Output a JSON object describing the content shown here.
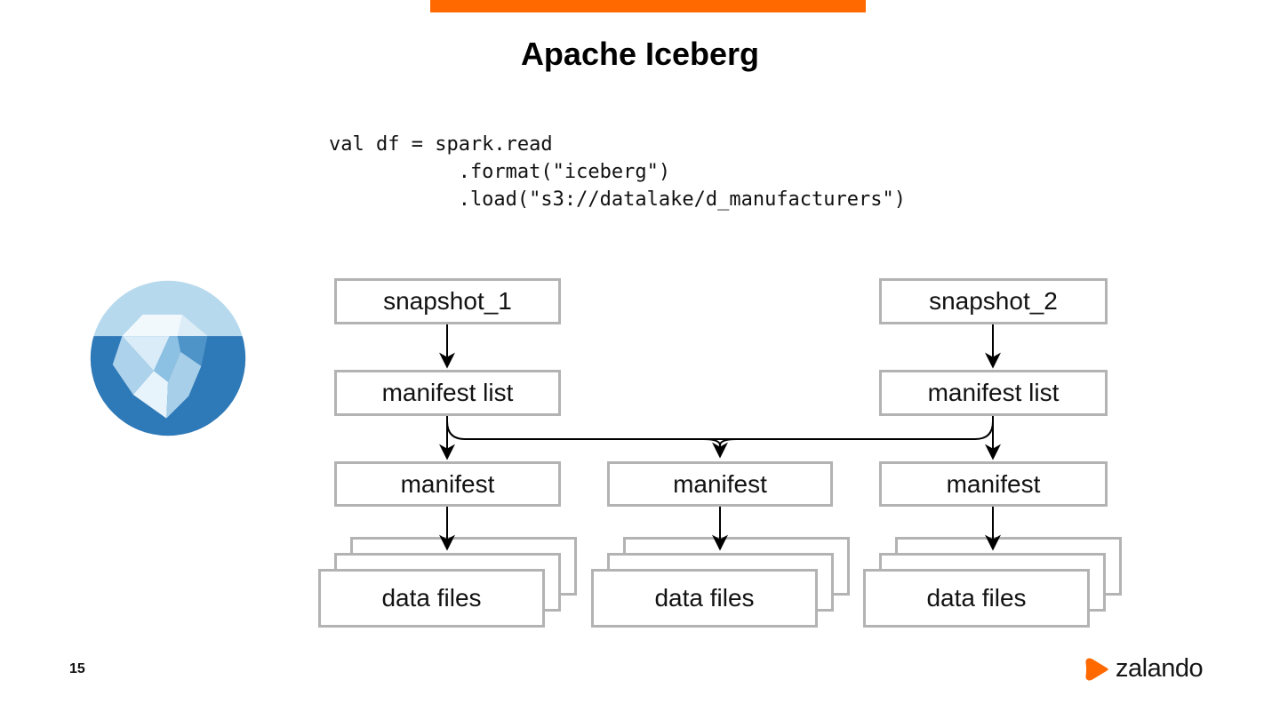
{
  "slide": {
    "title": "Apache Iceberg",
    "code": "val df = spark.read\n           .format(\"iceberg\")\n           .load(\"s3://datalake/d_manufacturers\")",
    "page_number": "15",
    "brand": "zalando"
  },
  "diagram": {
    "left": {
      "snapshot": "snapshot_1",
      "manifest_list": "manifest list",
      "manifest": "manifest",
      "data_files": "data files"
    },
    "middle": {
      "manifest": "manifest",
      "data_files": "data files"
    },
    "right": {
      "snapshot": "snapshot_2",
      "manifest_list": "manifest list",
      "manifest": "manifest",
      "data_files": "data files"
    }
  },
  "colors": {
    "accent_orange": "#FF6900",
    "box_border": "#b3b3b3",
    "connector": "#000000",
    "iceberg_water_blue": "#2e79b7",
    "iceberg_sky_blue": "#b7d9ed"
  }
}
